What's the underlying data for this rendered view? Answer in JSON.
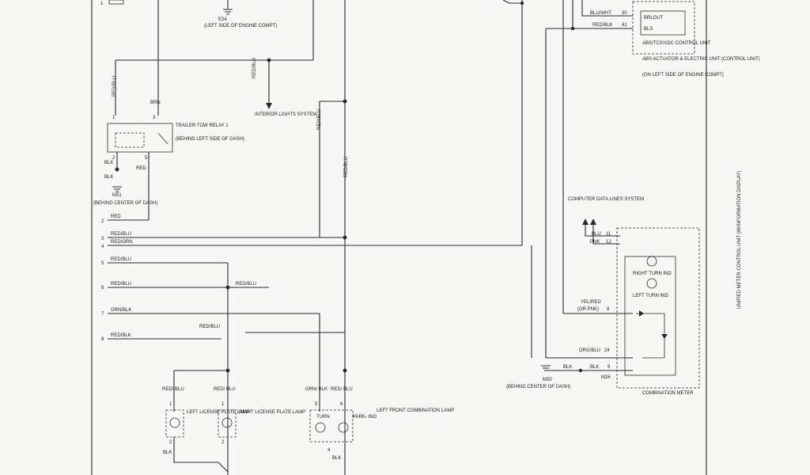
{
  "grounds": {
    "e24": {
      "id": "E24",
      "location": "(LEFT SIDE OF ENGINE COMPT)"
    },
    "m31": {
      "id": "M31",
      "location": "(BEHIND CENTER OF DASH)"
    },
    "m30": {
      "id": "M30",
      "location": "(BEHIND CENTER OF DASH)"
    }
  },
  "interior_lights": "INTERIOR LIGHTS SYSTEM",
  "trailer_relay": {
    "title": "TRAILER TOW RELAY 1",
    "location": "(BEHIND LEFT SIDE OF DASH)"
  },
  "abs_unit": {
    "title": "ABS/TCS/VDC CONTROL UNIT",
    "sub": "ABS ACTUATOR & ELECTRIC UNIT (CONTROL UNIT)",
    "location": "(ON LEFT SIDE OF ENGINE COMPT)",
    "pins": [
      "BRLOUT",
      "BLS"
    ]
  },
  "data_lines": "COMPUTER DATA LINES SYSTEM",
  "meter": {
    "title": "COMBINATION METER",
    "unit": "UNIFIED METER CONTROL UNIT (W/INFORMATION DISPLAY)",
    "right_turn": "RIGHT TURN IND",
    "left_turn": "LEFT TURN IND",
    "connector": "M26"
  },
  "wire_colors": {
    "red_blu": "RED/BLU",
    "brn": "BRN",
    "blk": "BLK",
    "red": "RED",
    "red_grn": "RED/GRN",
    "grn_blk": "GRN/BLK",
    "blu_wht": "BLU/WHT",
    "red_blk": "RED/BLK",
    "blu": "BLU",
    "pnk": "PNK",
    "yel_red": "YEL/RED",
    "or_pnk": "(OR PNK)",
    "org_blu": "ORG/BLU",
    "red_blu_split": "RED/ BLU",
    "grn_blk_split": "GRN/ BLK"
  },
  "pins": {
    "p1": "1",
    "p2": "2",
    "p3": "3",
    "p4": "4",
    "p5": "5",
    "p6": "6",
    "p7": "7",
    "p8": "8",
    "p9": "9",
    "p11": "11",
    "p12": "12",
    "p24": "24",
    "p30": "30",
    "p41": "41"
  },
  "lamps": {
    "left_plate": "LEFT LICENSE PLATE LAMP",
    "right_plate": "RIGHT LICENSE PLATE LAMP",
    "front_combo": "LEFT FRONT COMBINATION LAMP",
    "turn": "TURN",
    "parking": "PARK- ING"
  }
}
